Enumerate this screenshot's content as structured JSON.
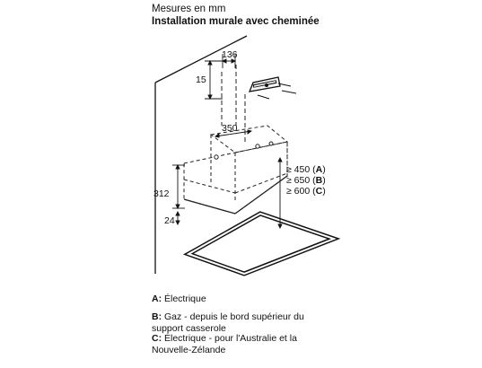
{
  "header": {
    "units_note": "Mesures en mm",
    "title": "Installation murale avec cheminée"
  },
  "dimensions": {
    "bracket_width": "136",
    "bracket_height": "15",
    "hood_width": "350",
    "chimney_height": "312",
    "hood_depth": "24"
  },
  "clearances": [
    {
      "prefix": "≥ 450 (",
      "letter": "A",
      "suffix": ")"
    },
    {
      "prefix": "≥ 650 (",
      "letter": "B",
      "suffix": ")"
    },
    {
      "prefix": "≥ 600 (",
      "letter": "C",
      "suffix": ")"
    }
  ],
  "legend": [
    {
      "key": "A:",
      "text": " Électrique"
    },
    {
      "key": "B:",
      "text": " Gaz - depuis le bord supérieur du support casserole"
    },
    {
      "key": "C:",
      "text": " Électrique - pour l'Australie et la Nouvelle-Zélande"
    }
  ]
}
